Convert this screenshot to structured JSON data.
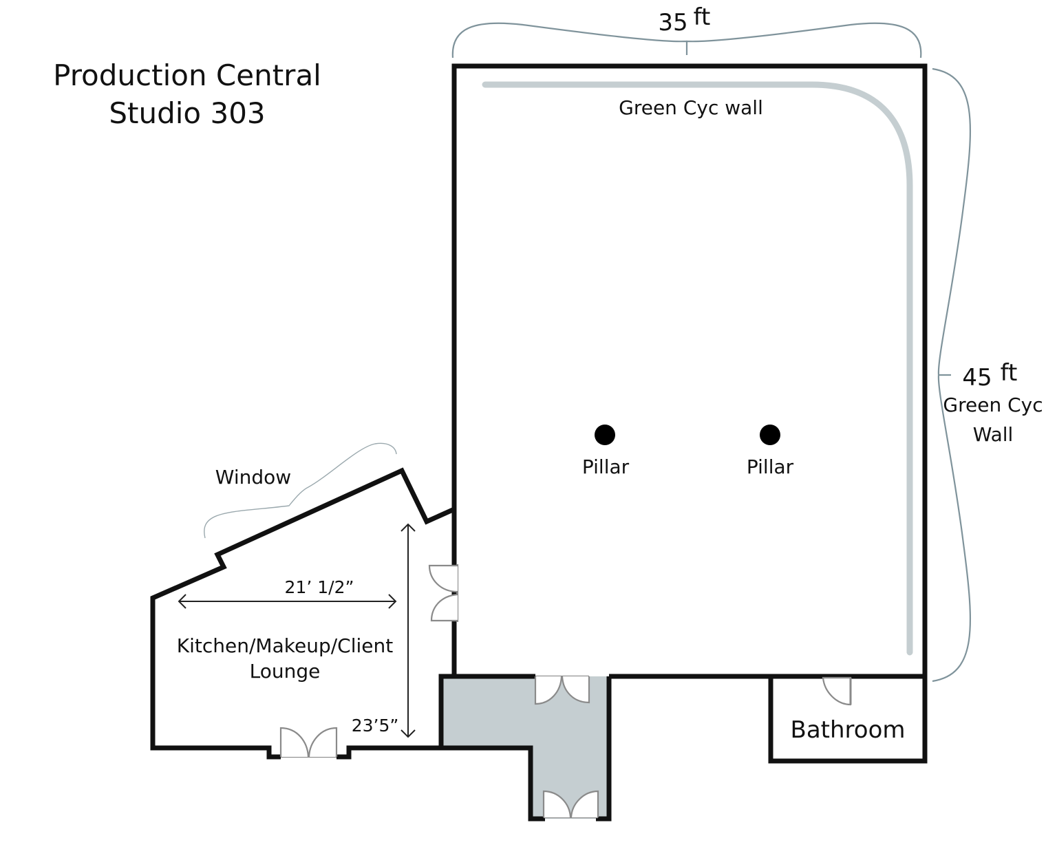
{
  "title": {
    "line1": "Production Central",
    "line2": "Studio 303"
  },
  "dimensions": {
    "studio_width": "35",
    "studio_width_unit": "ft",
    "studio_depth": "45",
    "studio_depth_unit": "ft",
    "lounge_width": "21’ 1/2”",
    "lounge_depth": "23’5”"
  },
  "labels": {
    "cyc_top": "Green Cyc wall",
    "cyc_side_line1": "Green Cyc",
    "cyc_side_line2": "Wall",
    "pillar_left": "Pillar",
    "pillar_right": "Pillar",
    "window": "Window",
    "lounge_line1": "Kitchen/Makeup/Client",
    "lounge_line2": "Lounge",
    "bathroom": "Bathroom"
  },
  "colors": {
    "walls": "#111111",
    "cyc_wall": "#c5ced1",
    "corridor_fill": "#c5ced1",
    "braces": "#7f939b",
    "doors": "#8a8a8a",
    "pillars": "#000000"
  }
}
